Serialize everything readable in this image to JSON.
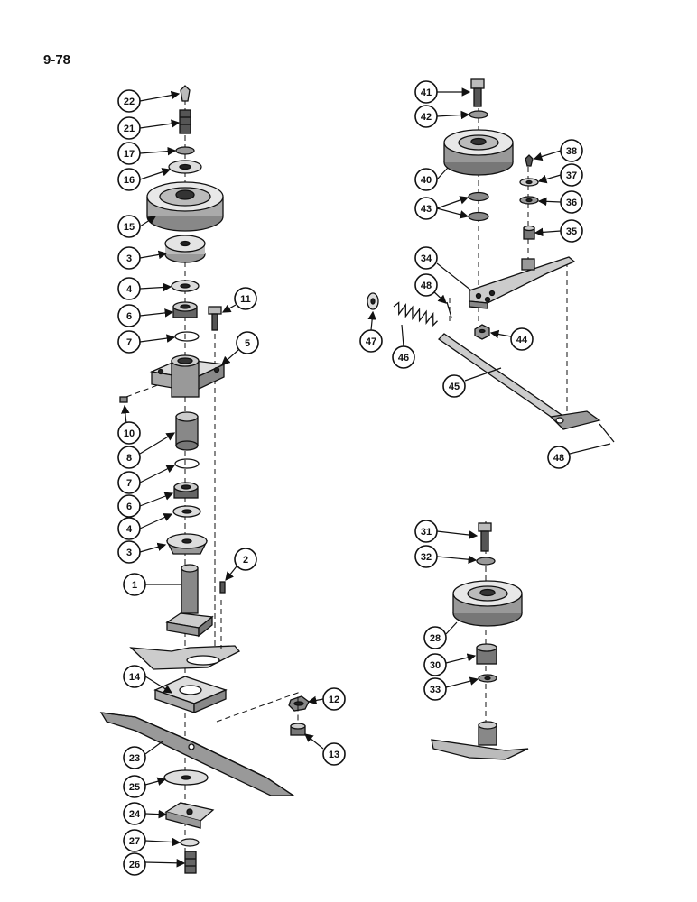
{
  "page_number": "9-78",
  "callouts": [
    "22",
    "21",
    "17",
    "16",
    "15",
    "3",
    "4",
    "6",
    "11",
    "7",
    "5",
    "10",
    "8",
    "7",
    "6",
    "4",
    "3",
    "2",
    "1",
    "14",
    "12",
    "13",
    "23",
    "25",
    "24",
    "27",
    "26",
    "41",
    "42",
    "38",
    "40",
    "37",
    "43",
    "36",
    "35",
    "34",
    "48",
    "47",
    "46",
    "44",
    "45",
    "48",
    "31",
    "32",
    "28",
    "30",
    "33"
  ]
}
